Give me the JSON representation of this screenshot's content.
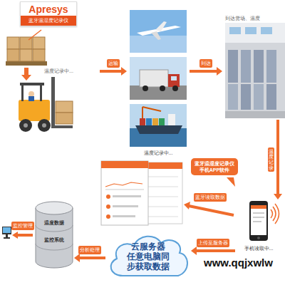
{
  "diagram": {
    "nodes": [
      {
        "text": [
          "温度记录中..."
        ]
      },
      {
        "text": [
          "Apresys",
          "蓝牙温湿度记录仪"
        ],
        "in": 0
      },
      {
        "text": [
          "温度记录中..."
        ]
      },
      {
        "text": [
          "到达货场、温度"
        ]
      },
      {
        "text": [
          "蓝牙温湿度记录仪 手机APP软件"
        ]
      },
      {
        "text": [
          "手机读取中..."
        ]
      },
      {
        "text": [
          "云服务器 任意电脑同 步获取数据"
        ]
      },
      {
        "text": [
          "温度数据",
          "监控系统"
        ]
      }
    ],
    "edges": [
      {
        "from": 0,
        "to": 2,
        "label": "运输",
        "arrow": "to"
      },
      {
        "from": 2,
        "to": 3,
        "label": "到达",
        "arrow": "to"
      },
      {
        "from": 3,
        "to": 5,
        "label": "温度记录",
        "arrow": "to"
      },
      {
        "from": 5,
        "to": 6,
        "label": "上传至服务器",
        "arrow": "to"
      },
      {
        "from": 6,
        "to": 7,
        "label": "分析处理",
        "arrow": "to"
      }
    ],
    "labels": [
      "蓝牙读取数据",
      "监控管理",
      "www.qqjxwlw"
    ]
  }
}
